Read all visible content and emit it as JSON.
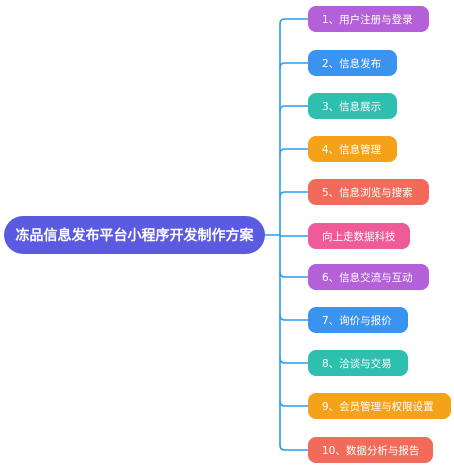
{
  "root": {
    "label": "冻品信息发布平台小程序开发制作方案",
    "color": "#5a5be0"
  },
  "connector_color": "#2a9df0",
  "nodes": [
    {
      "label": "1、用户注册与登录",
      "color": "#b460d8"
    },
    {
      "label": "2、信息发布",
      "color": "#3a93ee"
    },
    {
      "label": "3、信息展示",
      "color": "#2ebfae"
    },
    {
      "label": "4、信息管理",
      "color": "#f5a21b"
    },
    {
      "label": "5、信息浏览与搜索",
      "color": "#f26b5a"
    },
    {
      "label": "向上走数据科技",
      "color": "#ef5a99"
    },
    {
      "label": "6、信息交流与互动",
      "color": "#b460d8"
    },
    {
      "label": "7、询价与报价",
      "color": "#3a93ee"
    },
    {
      "label": "8、洽谈与交易",
      "color": "#2ebfae"
    },
    {
      "label": "9、会员管理与权限设置",
      "color": "#f5a21b"
    },
    {
      "label": "10、数据分析与报告",
      "color": "#f26b5a"
    }
  ]
}
